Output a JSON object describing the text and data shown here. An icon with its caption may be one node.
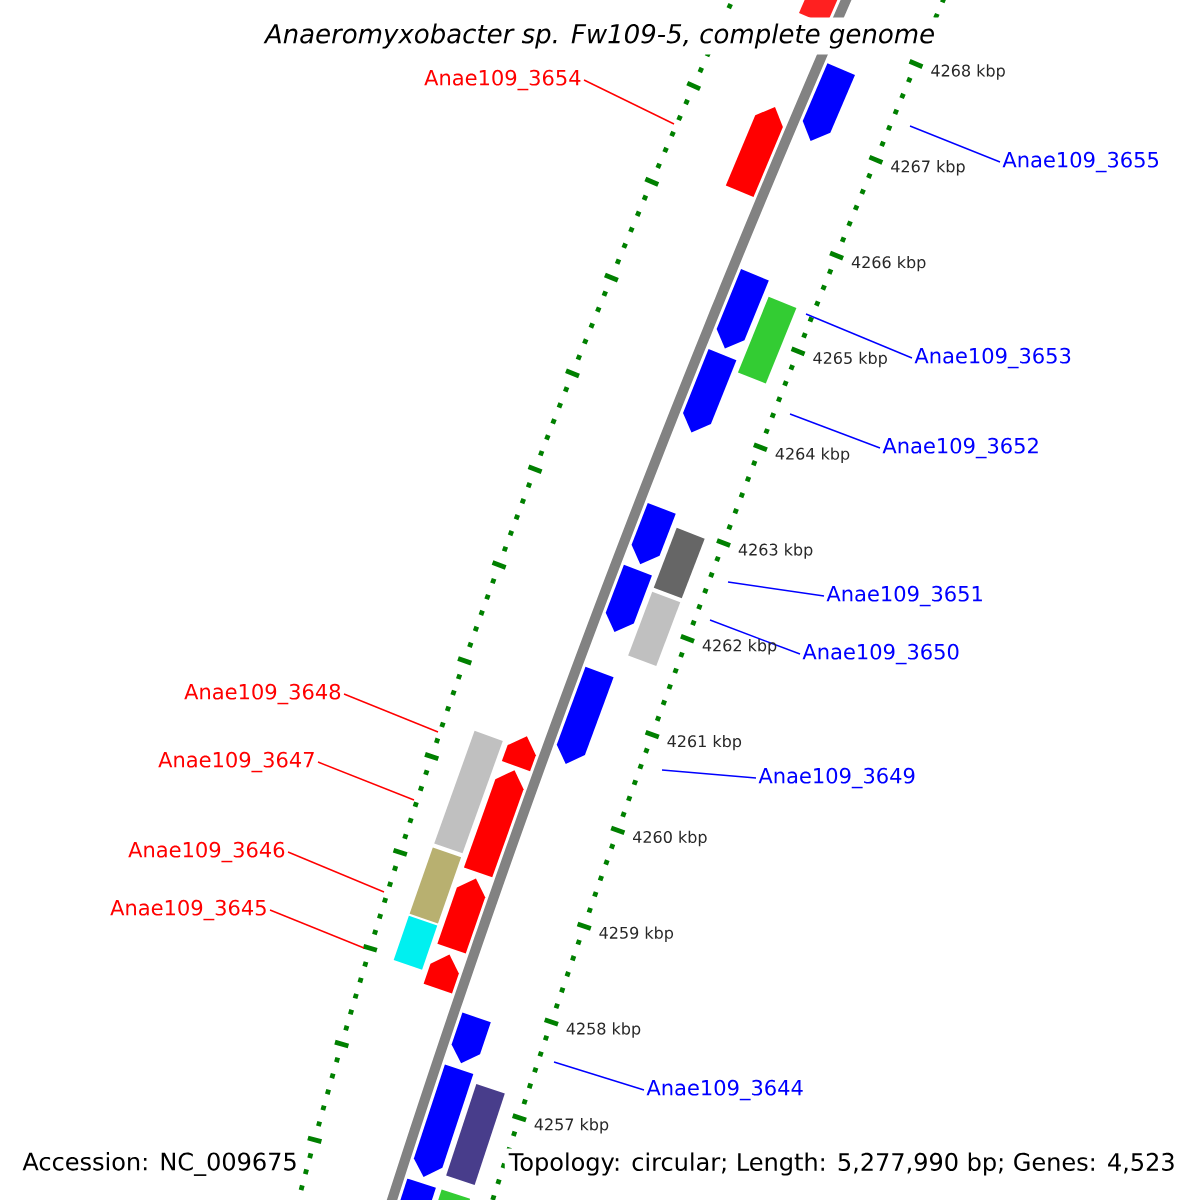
{
  "diagram": {
    "title": "Anaeromyxobacter sp. Fw109-5, complete genome",
    "nodes": [
      {
        "text": [
          "Anae109_3654"
        ]
      },
      {
        "text": [
          "Anae109_3655"
        ]
      },
      {
        "text": [
          "Anae109_3653"
        ]
      },
      {
        "text": [
          "Anae109_3652"
        ]
      },
      {
        "text": [
          "Anae109_3651"
        ]
      },
      {
        "text": [
          "Anae109_3650"
        ]
      },
      {
        "text": [
          "Anae109_3648"
        ]
      },
      {
        "text": [
          "Anae109_3647"
        ]
      },
      {
        "text": [
          "Anae109_3649"
        ]
      },
      {
        "text": [
          "Anae109_3646"
        ]
      },
      {
        "text": [
          "Anae109_3645"
        ]
      },
      {
        "text": [
          "Anae109_3644"
        ]
      }
    ],
    "edges": [
      {
        "from": 0,
        "to": null,
        "arrow": "none",
        "color": "#ff0000"
      },
      {
        "from": 1,
        "to": null,
        "arrow": "none"
      },
      {
        "from": 2,
        "to": null,
        "arrow": "none"
      },
      {
        "from": 3,
        "to": null,
        "arrow": "none"
      },
      {
        "from": 4,
        "to": null,
        "arrow": "none"
      },
      {
        "from": 5,
        "to": null,
        "arrow": "none"
      },
      {
        "from": 6,
        "to": null,
        "arrow": "none",
        "color": "#ff0000"
      },
      {
        "from": 7,
        "to": null,
        "arrow": "none",
        "color": "#ff0000"
      },
      {
        "from": 8,
        "to": null,
        "arrow": "none"
      },
      {
        "from": 9,
        "to": null,
        "arrow": "none",
        "color": "#ff0000"
      },
      {
        "from": 10,
        "to": null,
        "arrow": "none",
        "color": "#ff0000"
      },
      {
        "from": 11,
        "to": null,
        "arrow": "none"
      }
    ],
    "labels": [
      "4268 kbp",
      "4267 kbp",
      "4266 kbp",
      "4265 kbp",
      "4264 kbp",
      "4263 kbp",
      "4262 kbp",
      "4261 kbp",
      "4260 kbp",
      "4259 kbp",
      "4258 kbp",
      "4257 kbp",
      "Accession: NC_009675",
      "Topology: circular; Length: 5,277,990 bp; Genes: 4,523"
    ]
  }
}
